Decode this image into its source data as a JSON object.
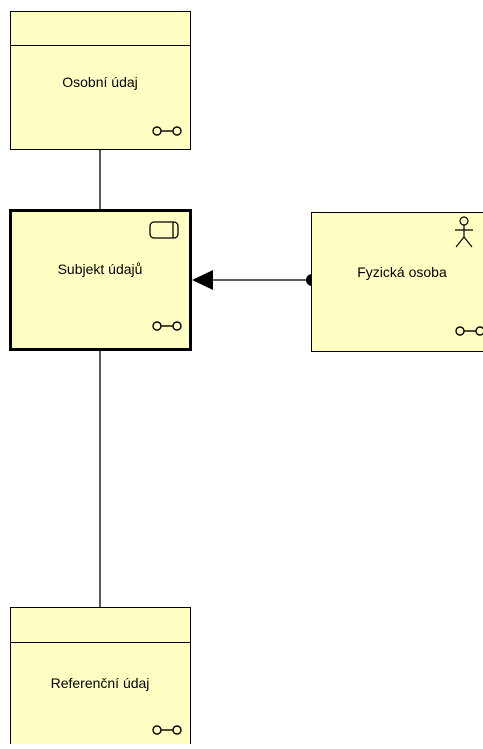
{
  "colors": {
    "node_fill": "#ffffc4",
    "stroke": "#000000",
    "background": "#ffffff"
  },
  "nodes": {
    "osobni_udaj": {
      "label": "Osobní údaj",
      "icon": "object-icon"
    },
    "subjekt_udaju": {
      "label": "Subjekt údajů",
      "icon": "object-icon",
      "type_icon": "collection-icon",
      "selected": true
    },
    "fyzicka_osoba": {
      "label": "Fyzická osoba",
      "icon": "object-icon",
      "type_icon": "actor-icon"
    },
    "referencni_udaj": {
      "label": "Referenční údaj",
      "icon": "object-icon"
    }
  }
}
